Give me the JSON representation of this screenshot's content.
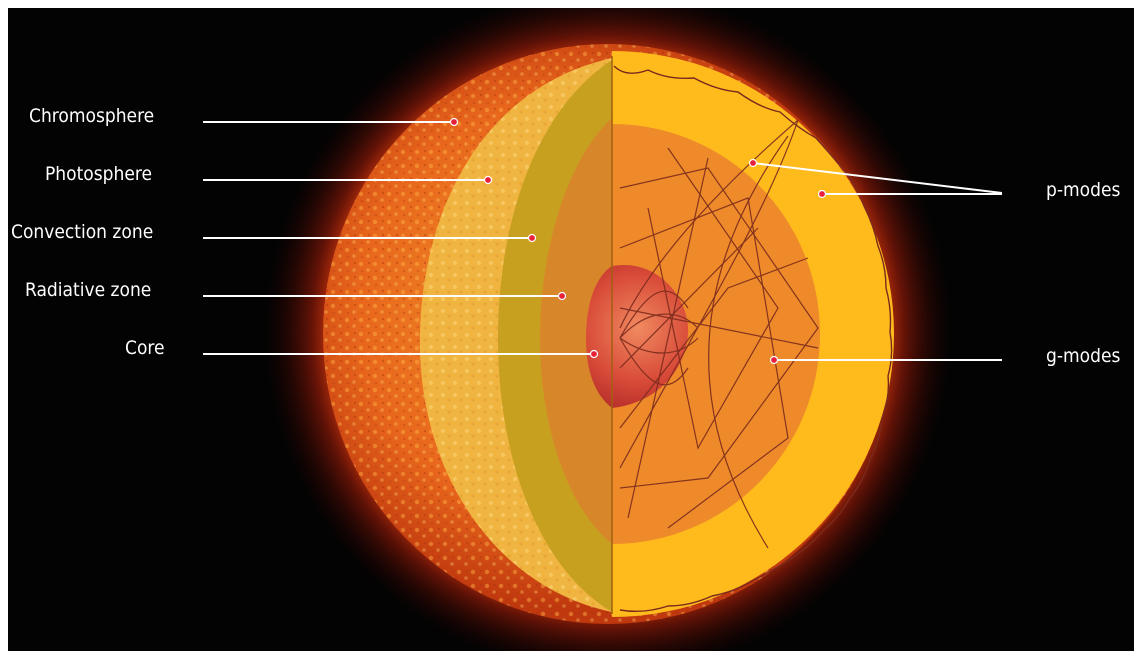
{
  "labels": {
    "chromosphere": "Chromosphere",
    "photosphere": "Photosphere",
    "convection_zone": "Convection zone",
    "radiative_zone": "Radiative zone",
    "core": "Core",
    "p_modes": "p-modes",
    "g_modes": "g-modes"
  },
  "colors": {
    "background": "#030303",
    "sun_surface": "#e8601a",
    "photosphere": "#f0b83a",
    "convection_zone": "#ffbb1c",
    "radiative_zone": "#ee8a2a",
    "core": "#d8453a",
    "mode_lines": "#7a2a1c",
    "leader_lines": "#ffffff",
    "marker_dot": "#e8203a"
  }
}
